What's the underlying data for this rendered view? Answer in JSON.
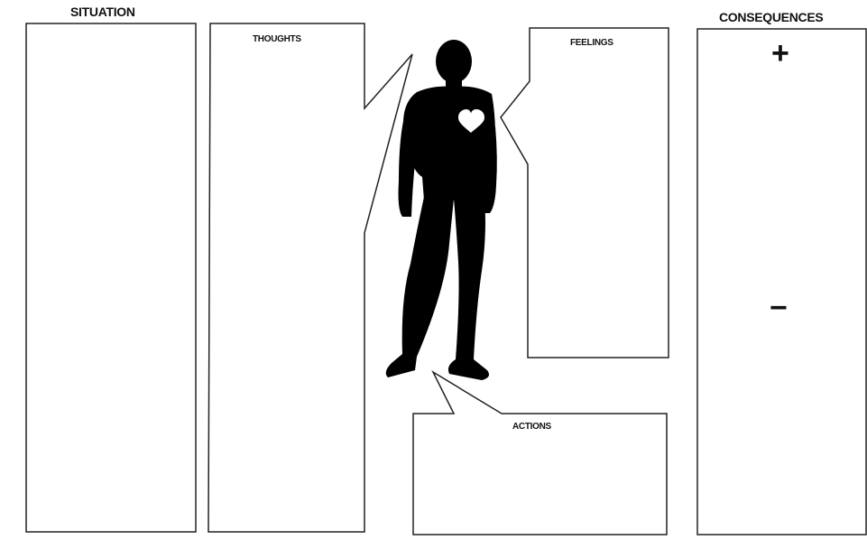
{
  "labels": {
    "situation": "SITUATION",
    "thoughts": "THOUGHTS",
    "feelings": "FEELINGS",
    "actions": "ACTIONS",
    "consequences": "CONSEQUENCES",
    "positive": "+",
    "negative": "−"
  },
  "icons": {
    "figure": "person-silhouette-icon",
    "heart": "heart-icon"
  },
  "colors": {
    "outline": "#222222",
    "silhouette": "#000000",
    "heart": "#ffffff",
    "background": "#ffffff"
  }
}
